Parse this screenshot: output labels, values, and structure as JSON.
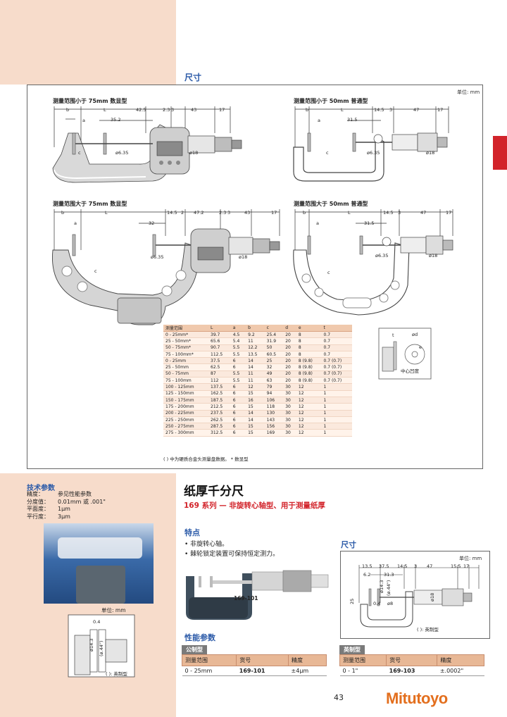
{
  "section_dimensions": "尺寸",
  "unit_note": "单位: mm",
  "diagrams": {
    "d1": {
      "label": "测量范围小于 75mm 数显型",
      "dims": [
        "b",
        "L",
        "42.5",
        "2.3",
        "3",
        "43",
        "17",
        "a",
        "35.2",
        "c",
        "ø6.35",
        "ø18"
      ]
    },
    "d2": {
      "label": "测量范围小于 50mm 普通型",
      "dims": [
        "b",
        "L",
        "14.5",
        "3",
        "47",
        "17",
        "a",
        "31.5",
        "c",
        "ø6.35",
        "ø18"
      ]
    },
    "d3": {
      "label": "测量范围大于 75mm 数显型",
      "dims": [
        "b",
        "L",
        "14.5",
        "2",
        "47.2",
        "2.3",
        "3",
        "43",
        "17",
        "a",
        "32",
        "c",
        "ø6.35",
        "ø18"
      ]
    },
    "d4": {
      "label": "测量范围大于 50mm 普通型",
      "dims": [
        "b",
        "L",
        "14.5",
        "3",
        "47",
        "17",
        "a",
        "31.5",
        "c",
        "ø6.35",
        "ø18"
      ]
    },
    "detail": {
      "labels": [
        "t",
        "ød",
        "e",
        "中心凹度"
      ]
    }
  },
  "dim_table": {
    "headers": [
      "测量范围",
      "L",
      "a",
      "b",
      "c",
      "d",
      "e",
      "t"
    ],
    "rows": [
      [
        "0 - 25mm*",
        "39.7",
        "4.5",
        "9.2",
        "25.4",
        "20",
        "8",
        "0.7"
      ],
      [
        "25 - 50mm*",
        "65.6",
        "5.4",
        "11",
        "31.9",
        "20",
        "8",
        "0.7"
      ],
      [
        "50 - 75mm*",
        "90.7",
        "5.5",
        "12.2",
        "50",
        "20",
        "8",
        "0.7"
      ],
      [
        "75 - 100mm*",
        "112.5",
        "5.5",
        "13.5",
        "60.5",
        "20",
        "8",
        "0.7"
      ],
      [
        "0 - 25mm",
        "37.5",
        "6",
        "14",
        "25",
        "20",
        "8 (9.8)",
        "0.7 (0.7)"
      ],
      [
        "25 - 50mm",
        "62.5",
        "6",
        "14",
        "32",
        "20",
        "8 (9.8)",
        "0.7 (0.7)"
      ],
      [
        "50 - 75mm",
        "87",
        "5.5",
        "11",
        "49",
        "20",
        "8 (9.8)",
        "0.7 (0.7)"
      ],
      [
        "75 - 100mm",
        "112",
        "5.5",
        "11",
        "63",
        "20",
        "8 (9.8)",
        "0.7 (0.7)"
      ],
      [
        "100 - 125mm",
        "137.5",
        "6",
        "12",
        "79",
        "30",
        "12",
        "1"
      ],
      [
        "125 - 150mm",
        "162.5",
        "6",
        "15",
        "94",
        "30",
        "12",
        "1"
      ],
      [
        "150 - 175mm",
        "187.5",
        "6",
        "16",
        "106",
        "30",
        "12",
        "1"
      ],
      [
        "175 - 200mm",
        "212.5",
        "6",
        "15",
        "118",
        "30",
        "12",
        "1"
      ],
      [
        "200 - 225mm",
        "237.5",
        "6",
        "14",
        "130",
        "30",
        "12",
        "1"
      ],
      [
        "225 - 250mm",
        "262.5",
        "6",
        "14",
        "143",
        "30",
        "12",
        "1"
      ],
      [
        "250 - 275mm",
        "287.5",
        "6",
        "15",
        "156",
        "30",
        "12",
        "1"
      ],
      [
        "275 - 300mm",
        "312.5",
        "6",
        "15",
        "169",
        "30",
        "12",
        "1"
      ]
    ],
    "note": "( ) 中为硬质合金头测量盘数据。 * 数显型"
  },
  "tech": {
    "title": "技术参数",
    "items": [
      {
        "k": "精度：",
        "v": "参见性能参数"
      },
      {
        "k": "分度值：",
        "v": "0.01mm 或 .001\""
      },
      {
        "k": "平面度：",
        "v": "1μm"
      },
      {
        "k": "平行度：",
        "v": "3μm"
      }
    ],
    "unit": "单位: mm",
    "detail_labels": [
      "0.4",
      "ø14.3",
      "(ø.44\")",
      "( ): 英制型"
    ]
  },
  "product": {
    "title": "纸厚千分尺",
    "subtitle": "169 系列 — 非旋转心轴型、用于测量纸厚",
    "features_title": "特点",
    "features": [
      "• 非旋转心轴。",
      "• 棘轮锁定装置可保持恒定测力。"
    ],
    "photo_label": "169-101",
    "dims_title": "尺寸",
    "dims_unit": "单位: mm",
    "dims": [
      "13.5",
      "37.5",
      "14.5",
      "3",
      "47",
      "15.5",
      "17",
      "6.2",
      "31.3",
      "ø14.3",
      "(ø.44\")",
      "ø18",
      "25",
      "0.4",
      "ø8"
    ],
    "dims_note": "( ): 英制型",
    "perf_title": "性能参数"
  },
  "metric": {
    "caption": "公制型",
    "headers": [
      "测量范围",
      "货号",
      "精度"
    ],
    "row": [
      "0 - 25mm",
      "169-101",
      "±4μm"
    ]
  },
  "inch": {
    "caption": "英制型",
    "headers": [
      "测量范围",
      "货号",
      "精度"
    ],
    "row": [
      "0 - 1\"",
      "169-103",
      "±.0002\""
    ]
  },
  "page_number": "43",
  "brand": "Mitutoyo",
  "colors": {
    "accent_red": "#d2232a",
    "brand_orange": "#e36f1e",
    "heading_blue": "#2b5aa8",
    "tint": "#f7dccb"
  }
}
